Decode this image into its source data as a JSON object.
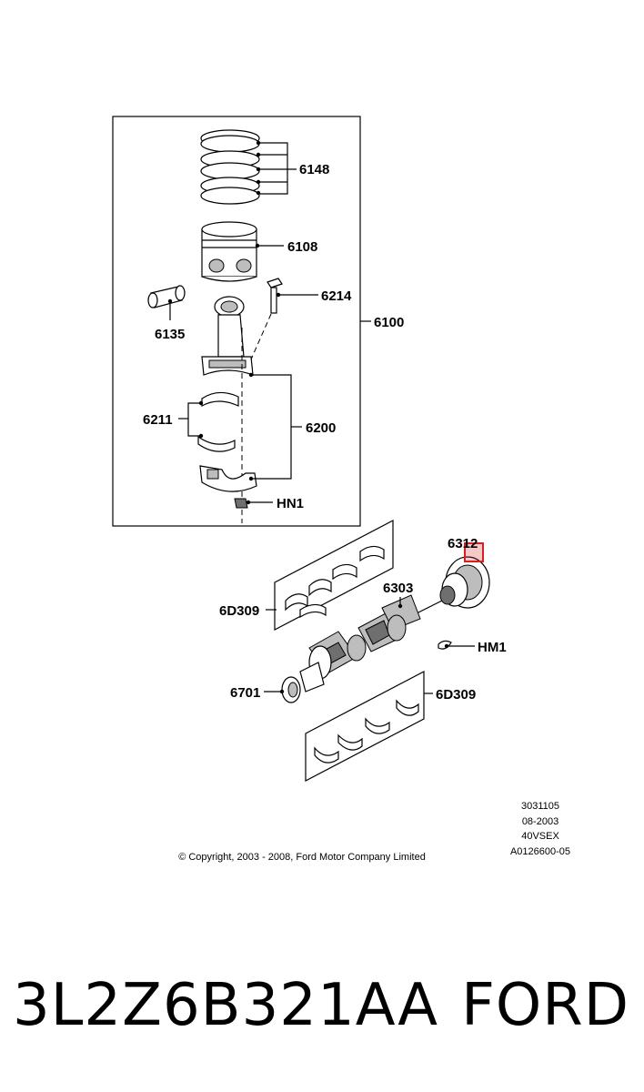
{
  "diagram": {
    "callouts": {
      "rings": "6148",
      "piston": "6108",
      "pin": "6135",
      "bolt": "6214",
      "assembly": "6100",
      "bearing_upper": "6211",
      "rod": "6200",
      "nut": "HN1",
      "damper": "6312",
      "crankshaft": "6303",
      "main_bearing_upper": "6D309",
      "key": "HM1",
      "seal": "6701",
      "main_bearing_lower": "6D309"
    },
    "meta": {
      "line1": "3031105",
      "line2": "08-2003",
      "line3": "40VSEX",
      "line4": "A0126600-05"
    },
    "copyright": "© Copyright, 2003 - 2008, Ford Motor Company Limited"
  },
  "footer": {
    "part_number": "3L2Z6B321AA",
    "brand": "FORD"
  },
  "colors": {
    "highlight": "#d32020"
  }
}
